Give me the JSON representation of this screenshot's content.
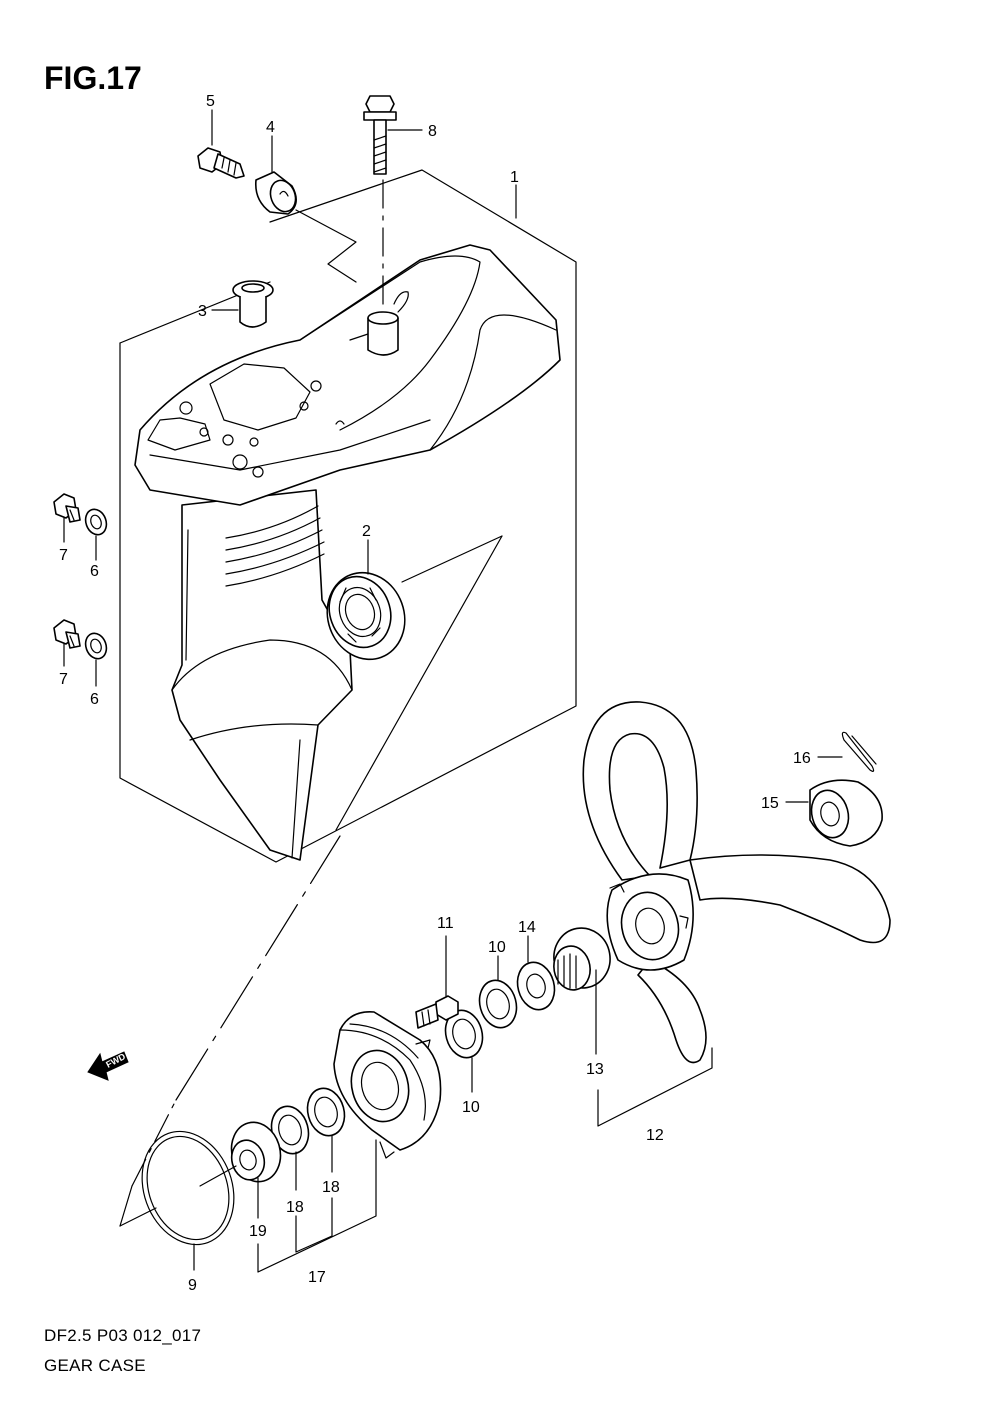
{
  "figure": {
    "title": "FIG.17",
    "code": "DF2.5 P03 012_017",
    "name": "GEAR CASE",
    "fwd_label": "FWD"
  },
  "callouts": {
    "c1": "1",
    "c2": "2",
    "c3": "3",
    "c4": "4",
    "c5": "5",
    "c6a": "6",
    "c6b": "6",
    "c7a": "7",
    "c7b": "7",
    "c8": "8",
    "c9": "9",
    "c10a": "10",
    "c10b": "10",
    "c11": "11",
    "c12": "12",
    "c13": "13",
    "c14": "14",
    "c15": "15",
    "c16": "16",
    "c17": "17",
    "c18a": "18",
    "c18b": "18",
    "c19": "19"
  }
}
